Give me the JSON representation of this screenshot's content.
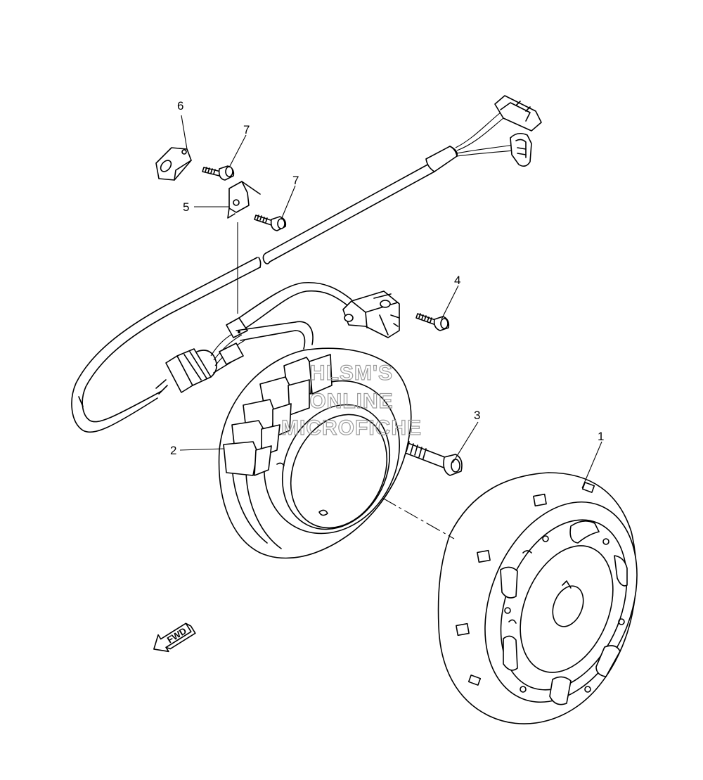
{
  "callouts": {
    "c1": "1",
    "c2": "2",
    "c3": "3",
    "c4": "4",
    "c5": "5",
    "c6": "6",
    "c7a": "7",
    "c7b": "7"
  },
  "watermark": {
    "line1": "HLSM'S",
    "line2": "ONLINE",
    "line3": "MICROFICHE"
  },
  "direction_arrow": {
    "label": "FWD",
    "icon": "fwd-arrow-icon"
  }
}
